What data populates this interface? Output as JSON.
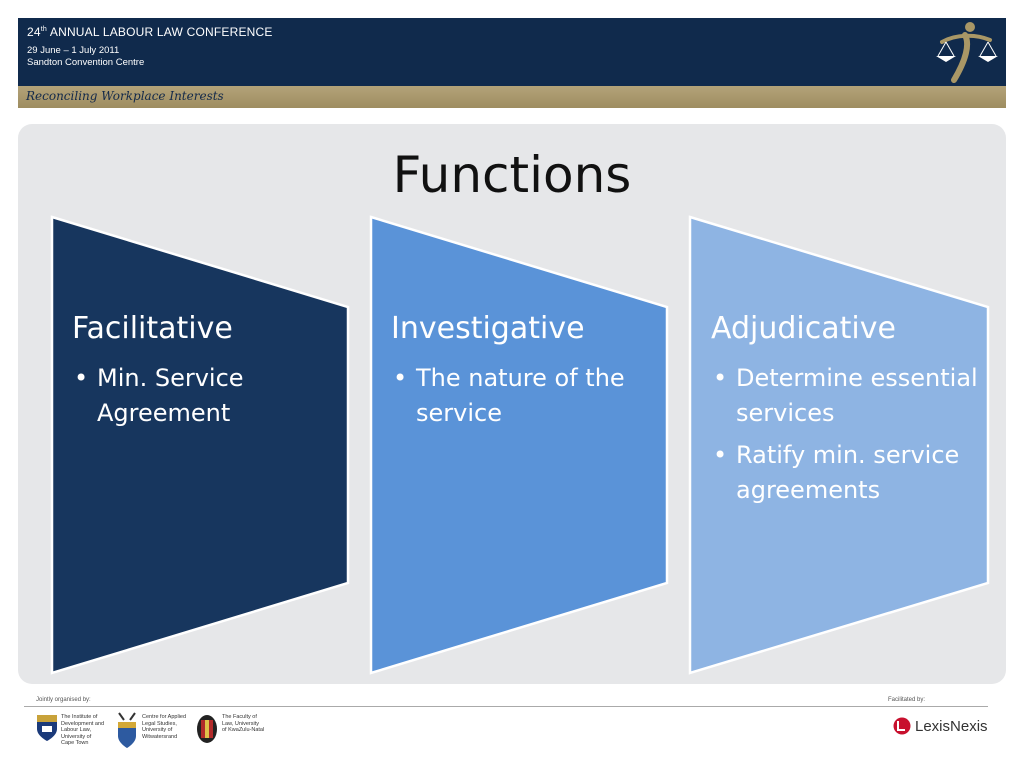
{
  "header": {
    "title_prefix": "24",
    "title_sup": "th",
    "title_rest": " ANNUAL LABOUR LAW CONFERENCE",
    "date": "29 June – 1 July 2011",
    "venue": "Sandton Convention Centre",
    "tagline": "Reconciling Workplace Interests"
  },
  "slide": {
    "title": "Functions",
    "columns": [
      {
        "heading": "Facilitative",
        "bullets": [
          "Min. Service Agreement"
        ],
        "color": "#17365e"
      },
      {
        "heading": "Investigative",
        "bullets": [
          "The nature of the service"
        ],
        "color": "#5a93d8"
      },
      {
        "heading": "Adjudicative",
        "bullets": [
          "Determine essential services",
          "Ratify min. service agreements"
        ],
        "color": "#8eb4e3"
      }
    ]
  },
  "footer": {
    "organised_label": "Jointly organised by:",
    "facilitated_label": "Facilitated by:",
    "orgs": [
      [
        "The Institute of",
        "Development and",
        "Labour Law,",
        "University of",
        "Cape Town"
      ],
      [
        "Centre for Applied",
        "Legal Studies,",
        "University of",
        "Witwatersrand"
      ],
      [
        "The Faculty of",
        "Law, University",
        "of KwaZulu-Natal"
      ]
    ],
    "sponsor": "LexisNexis"
  },
  "colors": {
    "header": "#102a4c",
    "gold": "#a99766",
    "panel": "#e6e7e9"
  },
  "icons": [
    "scales-of-justice-icon",
    "uct-crest-icon",
    "wits-crest-icon",
    "ukzn-crest-icon",
    "lexisnexis-logo-icon"
  ]
}
